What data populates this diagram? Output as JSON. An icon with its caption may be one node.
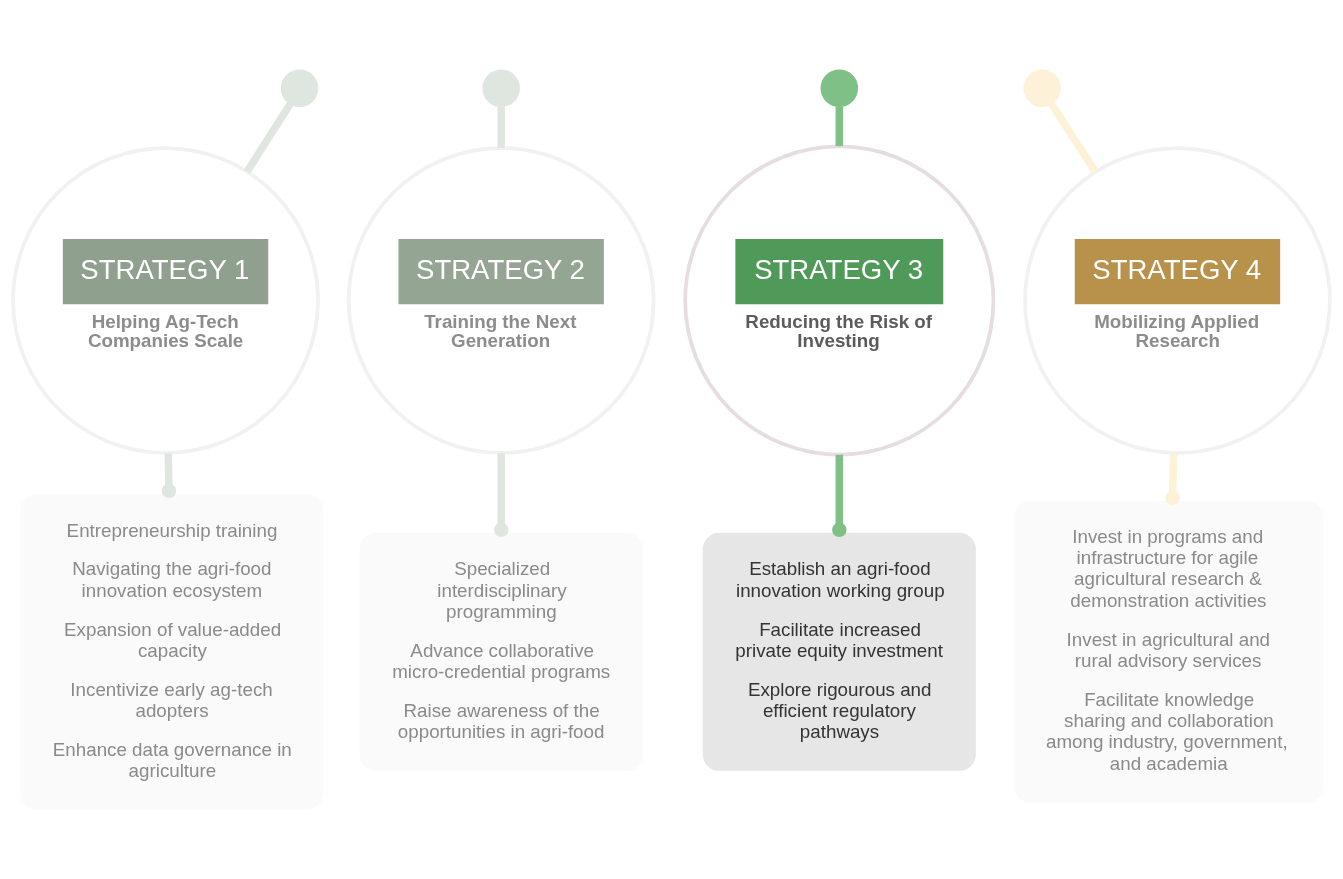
{
  "diagram": {
    "nodes": [
      {
        "text": [],
        "shape": "circle"
      },
      {
        "text": [],
        "shape": "circle"
      },
      {
        "text": [],
        "shape": "circle"
      },
      {
        "text": [],
        "shape": "circle"
      },
      {
        "text": [
          "STRATEGY 1",
          "Helping Ag-Tech Companies Scale"
        ]
      },
      {
        "text": [
          "STRATEGY 2",
          "Training the Next Generation"
        ]
      },
      {
        "text": [
          "STRATEGY 3",
          "Reducing the Risk of Investing"
        ]
      },
      {
        "text": [
          "STRATEGY 4",
          "Mobilizing Applied Research"
        ]
      },
      {
        "text": [
          "Entrepreneurship training",
          "Navigating the agri-food innovation ecosystem",
          "Expansion of value-added capacity",
          "Incentivize early ag-tech adopters",
          "Enhance data governance in agriculture"
        ]
      },
      {
        "text": [
          "Specialized interdisciplinary programming",
          "Advance collaborative micro-credential programs",
          "Raise awareness of the opportunities in agri-food"
        ]
      },
      {
        "text": [
          "Establish an agri-food innovation working group",
          "Facilitate increased private equity investment",
          "Explore rigourous and efficient regulatory pathways"
        ]
      },
      {
        "text": [
          "Invest in programs and infrastructure for agile agricultural research & demonstration activities",
          "Invest in agricultural and rural advisory services",
          "Facilitate knowledge sharing and collaboration among industry, government, and academia"
        ]
      }
    ],
    "edges": [
      {
        "from": 0,
        "to": 4,
        "arrow": "none"
      },
      {
        "from": 1,
        "to": 5,
        "arrow": "none"
      },
      {
        "from": 2,
        "to": 6,
        "arrow": "none",
        "color": "#7fc087"
      },
      {
        "from": 3,
        "to": 7,
        "arrow": "none",
        "color": "#fdf1d8"
      },
      {
        "from": 4,
        "to": 8,
        "arrow": "other"
      },
      {
        "from": 5,
        "to": 9,
        "arrow": "other"
      },
      {
        "from": 6,
        "to": 10,
        "arrow": "other",
        "color": "#7fc087"
      },
      {
        "from": 7,
        "to": 11,
        "arrow": "other",
        "color": "#fdf1d8"
      }
    ]
  }
}
